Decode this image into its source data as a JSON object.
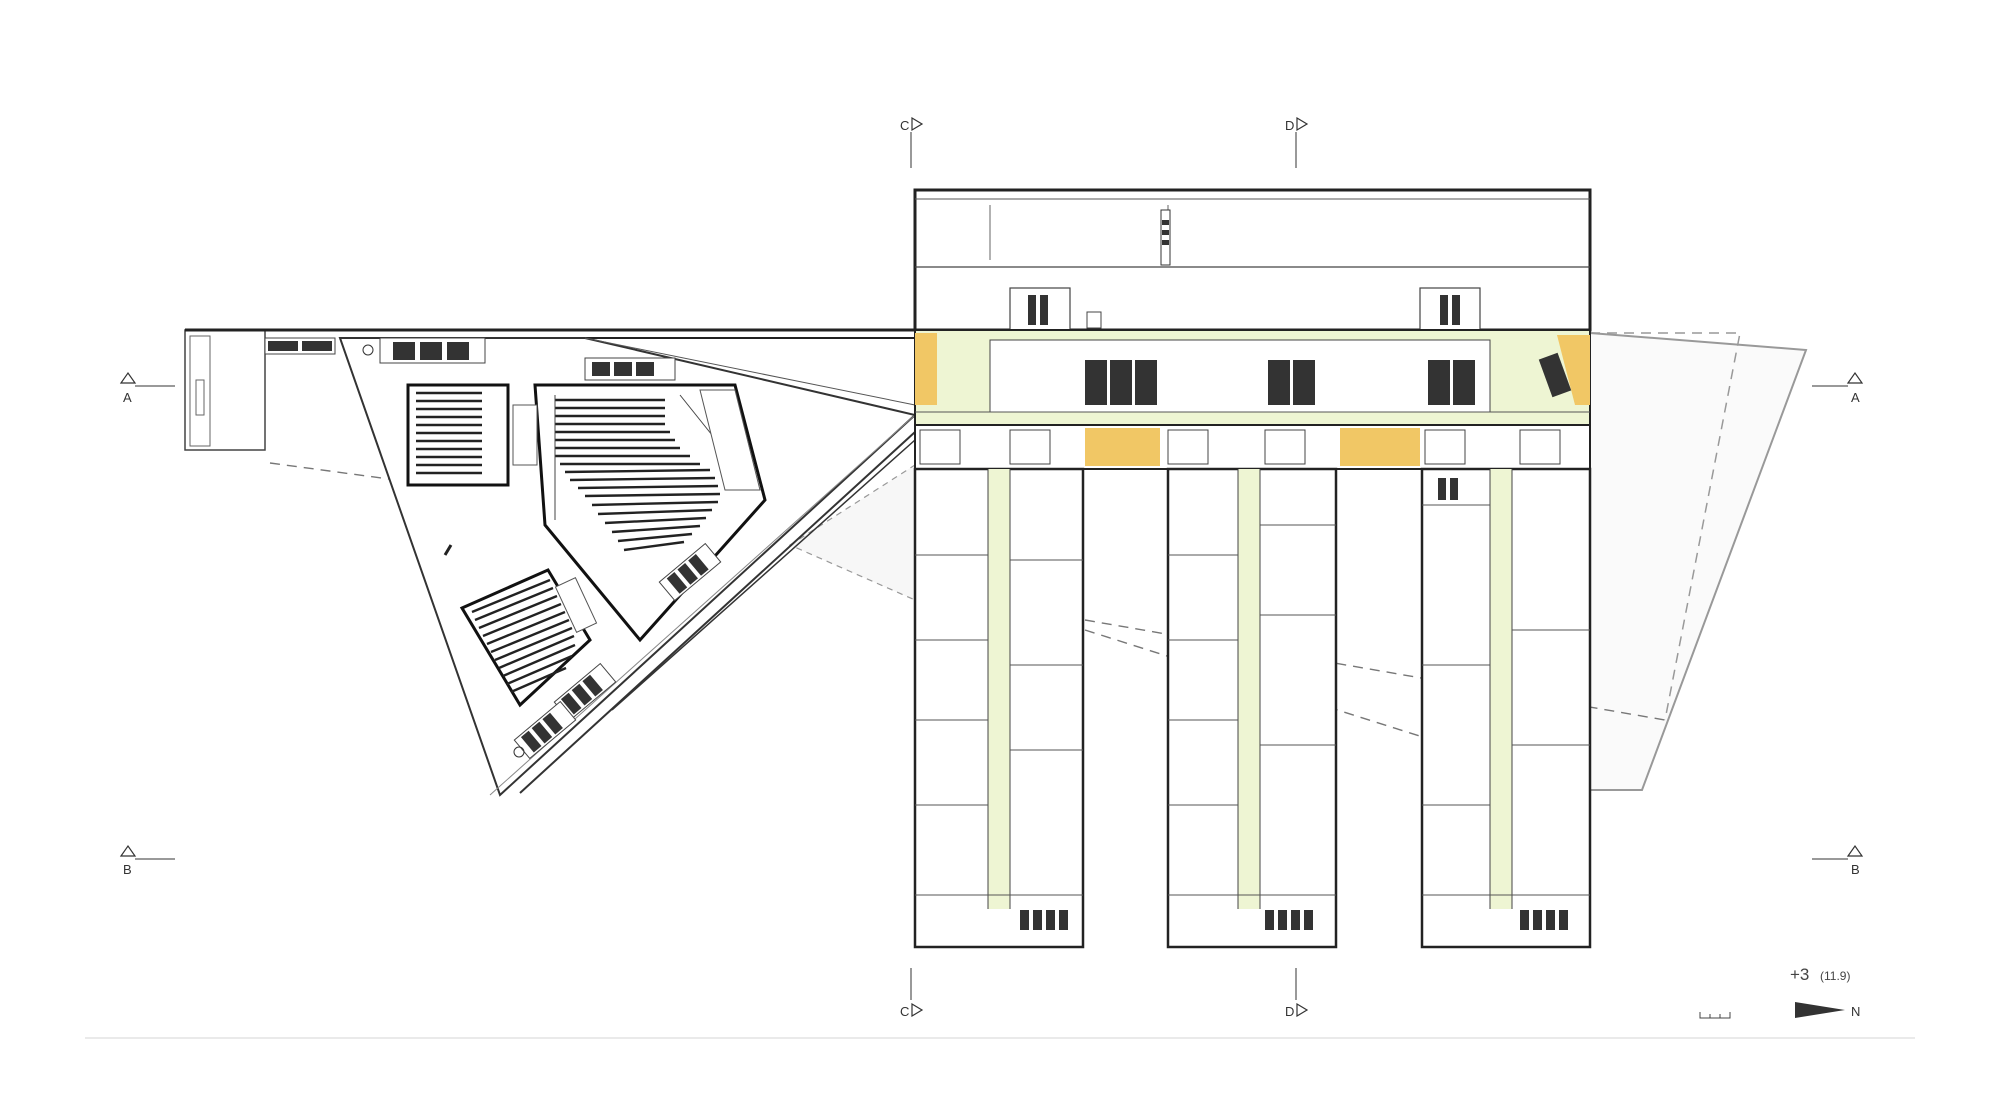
{
  "drawing": {
    "section_markers": {
      "a_left": "A",
      "a_right": "A",
      "b_left": "B",
      "b_right": "B",
      "c_top": "C",
      "c_bottom": "C",
      "d_top": "D",
      "d_bottom": "D"
    },
    "level": {
      "label": "+3",
      "elevation": "(11.9)"
    },
    "north_label": "N",
    "colors": {
      "line": "#222222",
      "thin_line": "#777777",
      "circulation_fill": "#eef5d3",
      "core_fill": "#f1c765",
      "background": "#ffffff"
    }
  }
}
